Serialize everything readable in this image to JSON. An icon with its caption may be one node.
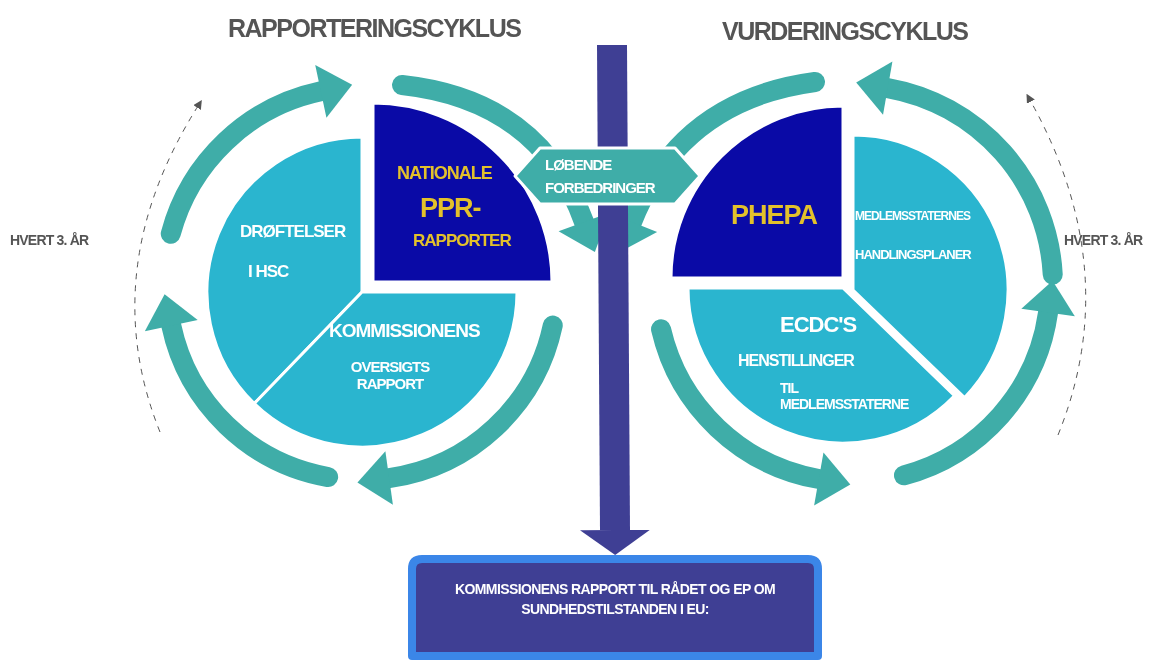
{
  "diagram": {
    "nodes": [
      {
        "text": [
          "NATIONALE",
          "PPR-",
          "RAPPORTER"
        ]
      },
      {
        "text": [
          "DRØFTELSER",
          "I HSC"
        ]
      },
      {
        "text": [
          "KOMMISSIONENS",
          "OVERSIGTS RAPPORT"
        ]
      },
      {
        "text": [
          "PHEPA"
        ]
      },
      {
        "text": [
          "MEDLEMSSTATERNES",
          "HANDLINGSPLANER"
        ]
      },
      {
        "text": [
          "ECDC'S",
          "HENSTILLINGER",
          "TIL MEDLEMSSTATERNE"
        ]
      },
      {
        "text": [
          "LØBENDE",
          "FORBEDRINGER"
        ]
      },
      {
        "text": [
          "KOMMISSIONENS RAPPORT TIL RÅDET OG EP OM SUNDHEDSTILSTANDEN I EU:"
        ]
      }
    ],
    "edges": [
      {
        "from": null,
        "to": 7,
        "arrow": "to",
        "color": "#3f3f94"
      }
    ],
    "labels": [
      "RAPPORTERINGSCYKLUS",
      "VURDERINGSCYKLUS",
      "HVERT 3. ÅR",
      "HVERT 3. ÅR"
    ]
  }
}
